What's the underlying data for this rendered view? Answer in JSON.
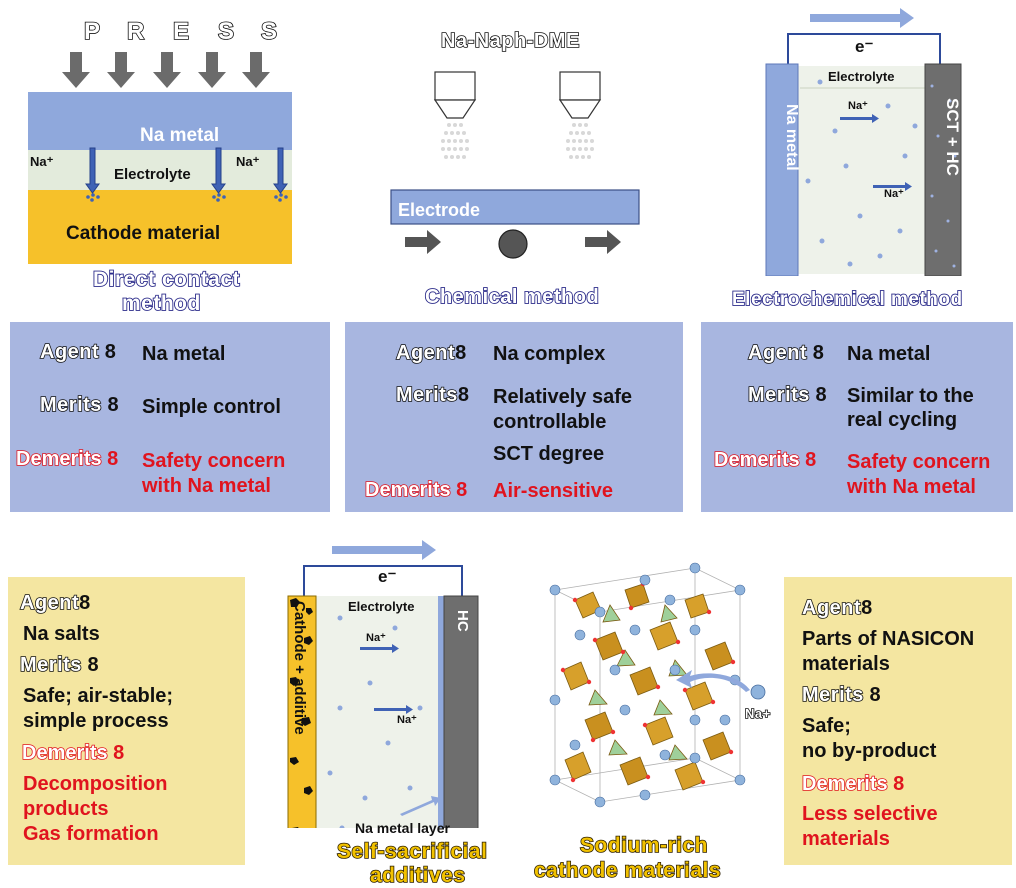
{
  "direct": {
    "press_letters": [
      "P",
      "R",
      "E",
      "S",
      "S"
    ],
    "na_metal": "Na metal",
    "electrolyte": "Electrolyte",
    "na_ion_left": "Na⁺",
    "na_ion_right": "Na⁺",
    "cathode": "Cathode material",
    "title_line1": "Direct contact",
    "title_line2": "method",
    "agent_label": "Agent",
    "agent": "Na metal",
    "merits_label": "Merits",
    "merits": "Simple control",
    "demerits_label": "Demerits",
    "demerits_line1": "Safety concern",
    "demerits_line2": "with Na metal"
  },
  "chemical": {
    "reagent": "Na-Naph-DME",
    "electrode": "Electrode",
    "title": "Chemical method",
    "agent_label": "Agent",
    "agent": "Na complex",
    "merits_label": "Merits",
    "merits_line1": "Relatively safe",
    "merits_line2": "controllable",
    "merits_line3": "SCT degree",
    "demerits_label": "Demerits",
    "demerits": "Air-sensitive"
  },
  "electrochemical": {
    "electron": "e⁻",
    "electrolyte": "Electrolyte",
    "na_metal": "Na metal",
    "sct_hc": "SCT + HC",
    "na_ion_1": "Na⁺",
    "na_ion_2": "Na⁺",
    "title": "Electrochemical method",
    "agent_label": "Agent",
    "agent": "Na metal",
    "merits_label": "Merits",
    "merits_line1": "Similar to the",
    "merits_line2": "real cycling",
    "demerits_label": "Demerits",
    "demerits_line1": "Safety concern",
    "demerits_line2": "with Na metal"
  },
  "additives": {
    "agent_label": "Agent",
    "agent": "Na salts",
    "merits_label": "Merits",
    "merits_line1": "Safe; air-stable;",
    "merits_line2": "simple process",
    "demerits_label": "Demerits",
    "demerits_line1": "Decomposition",
    "demerits_line2": "products",
    "demerits_line3": "Gas formation",
    "electron": "e⁻",
    "electrolyte": "Electrolyte",
    "cathode_additive": "Cathode + additive",
    "hc": "HC",
    "na_ion_1": "Na⁺",
    "na_ion_2": "Na⁺",
    "na_metal_layer": "Na metal layer",
    "title_line1": "Self-sacrificial",
    "title_line2": "additives"
  },
  "sodium_rich": {
    "na_plus": "Na+",
    "title_line1": "Sodium-rich",
    "title_line2": "cathode materials",
    "agent_label": "Agent",
    "agent_line1": "Parts of NASICON",
    "agent_line2": "materials",
    "merits_label": "Merits",
    "merits_line1": "Safe;",
    "merits_line2": "no by-product",
    "demerits_label": "Demerits",
    "demerits_line1": "Less selective",
    "demerits_line2": "materials"
  },
  "colors": {
    "panel_blue": "#a8b6e0",
    "panel_yellow": "#f4e6a1",
    "na_metal_blue": "#8fa8dc",
    "cathode_gold": "#f6c12a",
    "demerit_red": "#e0141e",
    "hc_gray": "#777777"
  }
}
